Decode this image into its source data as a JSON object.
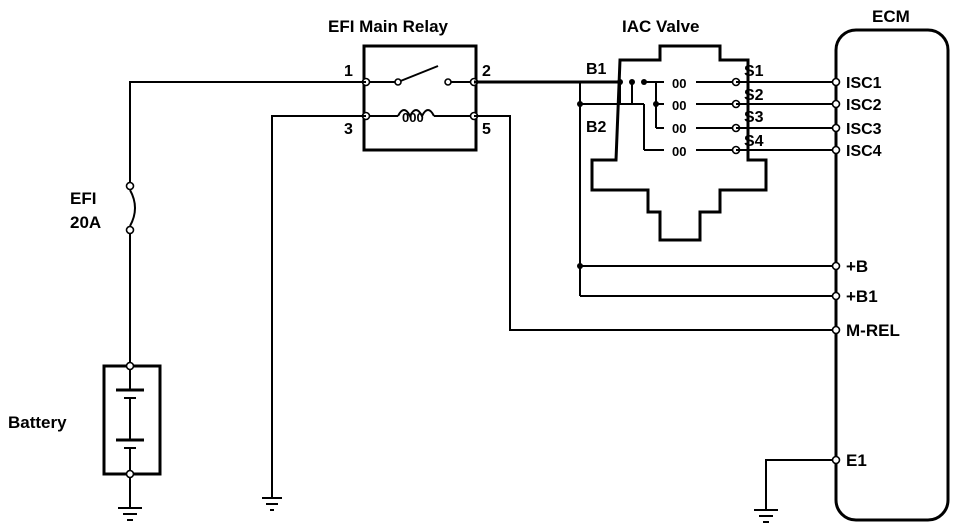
{
  "components": {
    "relay_title": "EFI Main Relay",
    "iac_title": "IAC Valve",
    "ecm_title": "ECM",
    "fuse_name": "EFI",
    "fuse_rating": "20A",
    "battery": "Battery"
  },
  "relay_pins": {
    "p1": "1",
    "p2": "2",
    "p3": "3",
    "p5": "5"
  },
  "iac_pins": {
    "b1": "B1",
    "b2": "B2",
    "s1": "S1",
    "s2": "S2",
    "s3": "S3",
    "s4": "S4"
  },
  "ecm_pins": {
    "isc1": "ISC1",
    "isc2": "ISC2",
    "isc3": "ISC3",
    "isc4": "ISC4",
    "plus_b": "+B",
    "plus_b1": "+B1",
    "m_rel": "M-REL",
    "e1": "E1"
  }
}
